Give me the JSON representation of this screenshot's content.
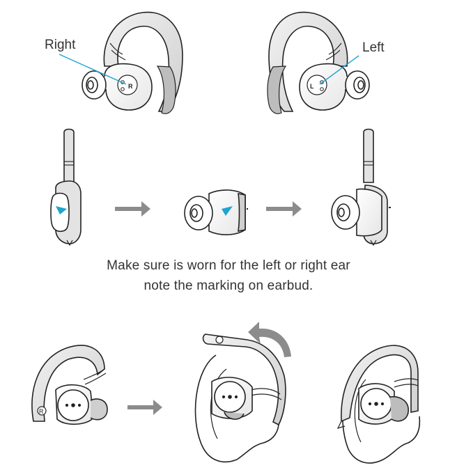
{
  "labels": {
    "right": "Right",
    "left": "Left"
  },
  "caption": {
    "line1": "Make sure is worn for the left or right ear",
    "line2": "note the marking on earbud."
  },
  "marks": {
    "right_bud": "R",
    "left_bud": "L",
    "hook_badge": "R"
  },
  "colors": {
    "outline": "#222222",
    "hook_fill": "#e3e3e3",
    "accent": "#1fa4cf",
    "arrow": "#8c8c8c",
    "text": "#333333"
  }
}
